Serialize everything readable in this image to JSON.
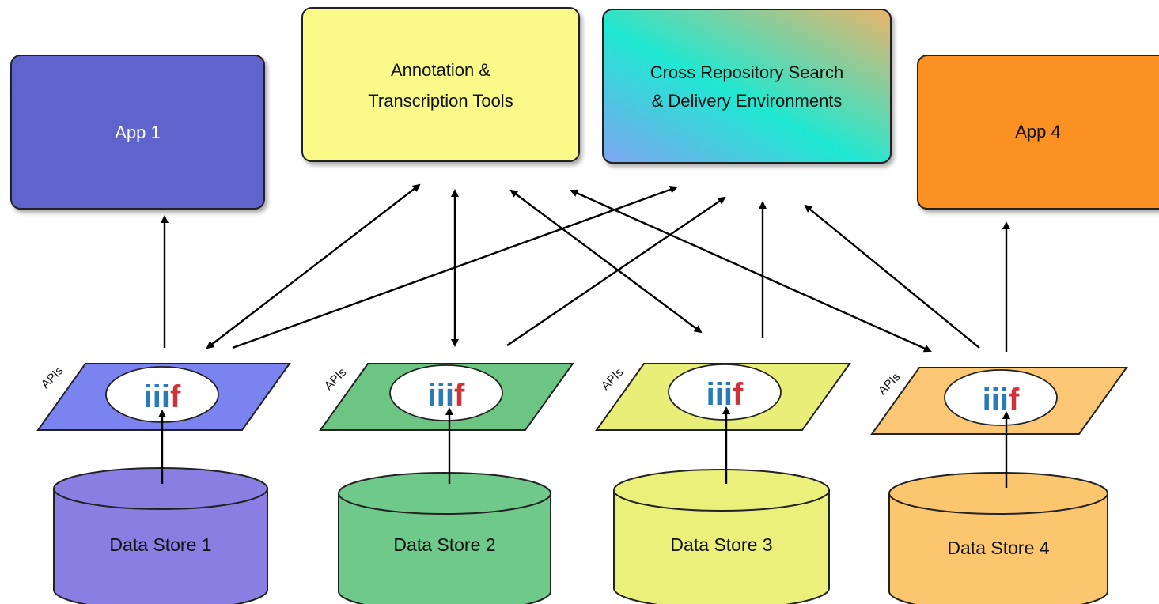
{
  "boxes": {
    "app1": {
      "label": "App 1",
      "color": "#5e63cc"
    },
    "annotation": {
      "line1": "Annotation &",
      "line2": "Transcription Tools",
      "color": "#fafa88"
    },
    "search": {
      "line1": "Cross Repository Search",
      "line2": "& Delivery Environments",
      "colors": [
        "#7fa4f2",
        "#1fe8d2",
        "#eab46a"
      ]
    },
    "app4": {
      "label": "App 4",
      "color": "#fb9122"
    }
  },
  "api_layers": [
    {
      "label": "APIs",
      "logo": "iiif",
      "color": "#7b83f0"
    },
    {
      "label": "APIs",
      "logo": "iiif",
      "color": "#6cc583"
    },
    {
      "label": "APIs",
      "logo": "iiif",
      "color": "#e9ee78"
    },
    {
      "label": "APIs",
      "logo": "iiif",
      "color": "#fbc774"
    }
  ],
  "data_stores": [
    {
      "label": "Data Store 1",
      "color": "#8a7ee2"
    },
    {
      "label": "Data Store 2",
      "color": "#6ec98a"
    },
    {
      "label": "Data Store 3",
      "color": "#eaf07a"
    },
    {
      "label": "Data Store 4",
      "color": "#fbc66e"
    }
  ],
  "logo_text": "iiif"
}
